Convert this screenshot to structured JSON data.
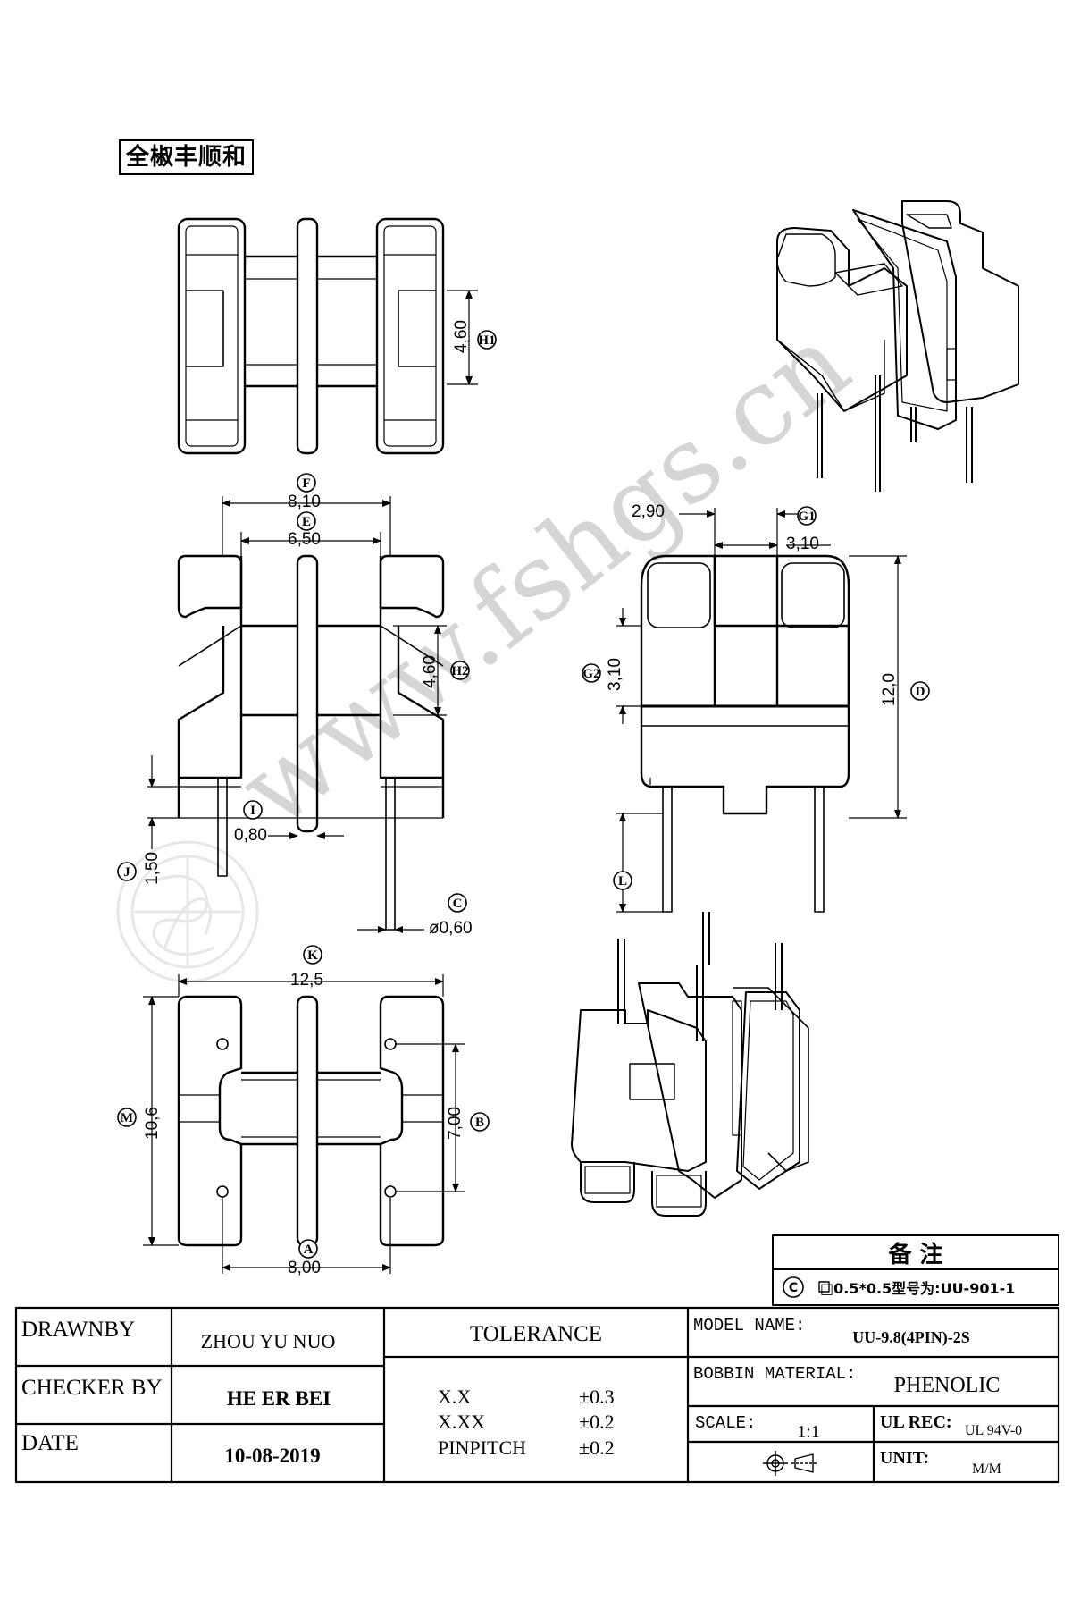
{
  "company": "全椒丰顺和",
  "watermark": "www.fshgs.cn",
  "dimensions": {
    "h1": "4,60",
    "h2": "4,60",
    "f": "8,10",
    "e": "6,50",
    "i": "0,80",
    "j": "1,50",
    "c": "ø0,60",
    "g1_left": "2,90",
    "g1_right": "3,10",
    "g2": "3,10",
    "d": "12,0",
    "k": "12,5",
    "m": "10,6",
    "b": "7,00",
    "a": "8,00"
  },
  "markers": {
    "h1": "H1",
    "h2": "H2",
    "f": "F",
    "e": "E",
    "i": "I",
    "j": "J",
    "c": "C",
    "g1": "G1",
    "g2": "G2",
    "d": "D",
    "l": "L",
    "k": "K",
    "m": "M",
    "b": "B",
    "a": "A"
  },
  "notes": {
    "title": "备 注",
    "marker": "C",
    "text": "□0.5*0.5型号为:UU-901-1"
  },
  "title_block": {
    "drawnby_label": "DRAWNBY",
    "drawnby_value": "ZHOU YU NUO",
    "checker_label": "CHECKER BY",
    "checker_value": "HE ER BEI",
    "date_label": "DATE",
    "date_value": "10-08-2019",
    "tolerance_label": "TOLERANCE",
    "tol_rows": [
      {
        "label": "X.X",
        "value": "±0.3"
      },
      {
        "label": "X.XX",
        "value": "±0.2"
      },
      {
        "label": "PINPITCH",
        "value": "±0.2"
      }
    ],
    "model_label": "MODEL NAME:",
    "model_value": "UU-9.8(4PIN)-2S",
    "material_label": "BOBBIN MATERIAL:",
    "material_value": "PHENOLIC",
    "scale_label": "SCALE:",
    "scale_value": "1:1",
    "ul_label": "UL REC:",
    "ul_value": "UL 94V-0",
    "unit_label": "UNIT:",
    "unit_value": "M/M",
    "projection_symbol": "third-angle-projection-icon"
  }
}
